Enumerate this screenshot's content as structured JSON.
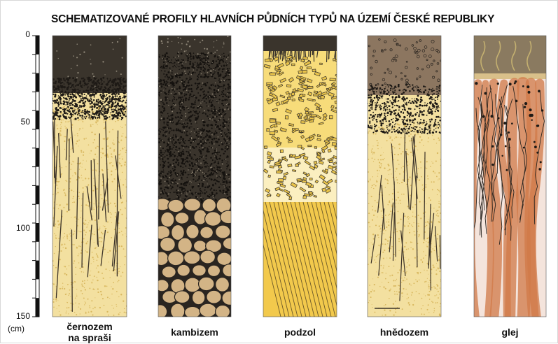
{
  "title": "SCHEMATIZOVANÉ PROFILY HLAVNÍCH PŮDNÍCH TYPŮ NA ÚZEMÍ ČESKÉ REPUBLIKY",
  "depth_axis": {
    "ticks": [
      "0",
      "50",
      "100",
      "150"
    ],
    "unit": "(cm)"
  },
  "profiles": [
    {
      "line1": "černozem",
      "line2": "na spraši"
    },
    {
      "line1": "kambizem",
      "line2": ""
    },
    {
      "line1": "podzol",
      "line2": ""
    },
    {
      "line1": "hnědozem",
      "line2": ""
    },
    {
      "line1": "glej",
      "line2": ""
    }
  ],
  "colors": {
    "dark_humus": "#3a342c",
    "loess": "#f3e0a0",
    "brown_humus": "#8c7660",
    "podzol_top": "#f7dc7a",
    "podzol_bottom": "#f2c94c",
    "gley_top": "#8a7a60",
    "gley_body": "#f4e4dc",
    "rust": "#d07a48",
    "stones": "#c9a97a"
  }
}
